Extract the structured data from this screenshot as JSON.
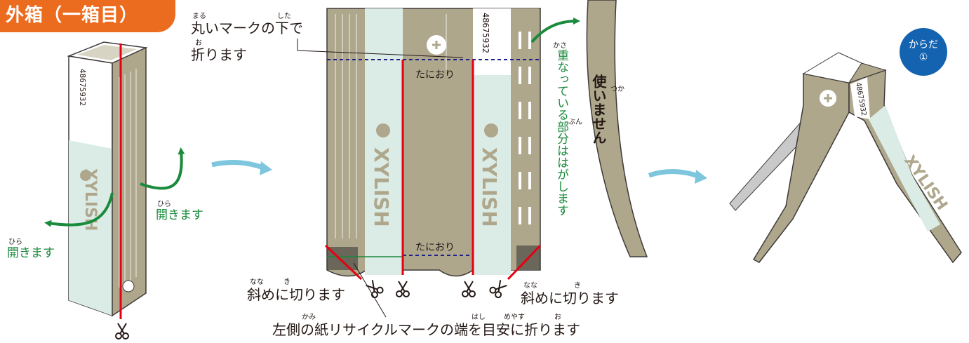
{
  "title": "外箱（一箱目）",
  "badge": {
    "line1": "からだ",
    "line2": "①"
  },
  "barcode": "48675932",
  "brand": "XYLISH",
  "labels": {
    "maru_line1": "丸いマークの下で",
    "maru_line2": "折ります",
    "tanioru_top": "たにおり",
    "tanioru_bottom": "たにおり",
    "kasanatte": "重なっている部分ははがします",
    "tsukaimasen": "使いません",
    "hirakimasu_right": "開きます",
    "hirakimasu_left": "開きます",
    "naname_left": "斜めに切ります",
    "naname_right": "斜めに切ります",
    "hidari_gawa": "左側の紙リサイクルマークの端を目安に折ります"
  },
  "ruby": {
    "maru": "まる",
    "shita": "した",
    "o": "お",
    "hira1": "ひら",
    "hira2": "ひら",
    "kasa": "かさ",
    "bun": "ぶん",
    "tsuka": "つか",
    "nana1": "なな",
    "ki1": "き",
    "nana2": "なな",
    "ki2": "き",
    "kami": "かみ",
    "hashi": "はし",
    "meyasu": "めやす",
    "o2": "お"
  },
  "colors": {
    "box_khaki": "#aea78c",
    "panel_mint": "#dbece6",
    "accent_orange": "#ec6c1f",
    "cut_red": "#e60012",
    "arrow_green": "#1a8a3c",
    "arrow_blue": "#7ec6de",
    "badge_blue": "#1463b0",
    "fold_navy": "#1d2088"
  },
  "icons": [
    "scissors-icon",
    "cross-logo-icon",
    "recycle-mark-icon"
  ]
}
